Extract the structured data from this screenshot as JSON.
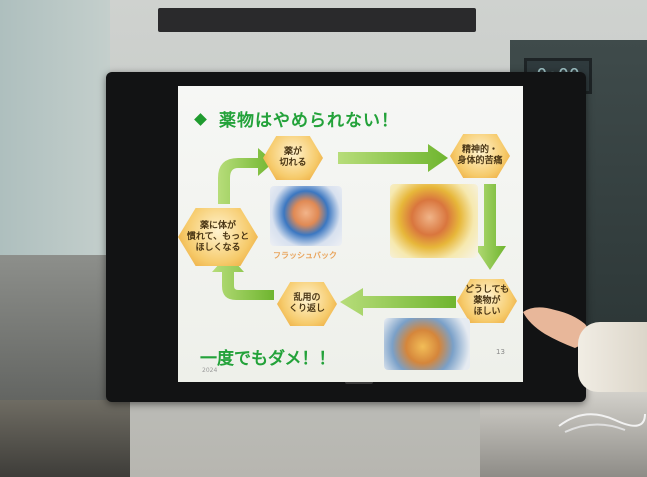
{
  "slide": {
    "title": "薬物はやめられない！",
    "steps": {
      "drug_wears_off": "薬が\n切れる",
      "suffering": "精神的・\n身体的苦痛",
      "body_adapts": "薬に体が\n慣れて、もっと\nほしくなる",
      "want_drug": "どうしても\n薬物が\nほしい",
      "repeated_abuse": "乱用の\nくり返し"
    },
    "flashback_label": "フラッシュバック",
    "slogan": "一度でもダメ！！",
    "page_number": "13",
    "year": "2024"
  },
  "room": {
    "clock_display": "0:00"
  },
  "colors": {
    "title_green": "#23a23a",
    "hex_orange": "#f6cb6c",
    "arrow_green": "#8cc63f"
  }
}
